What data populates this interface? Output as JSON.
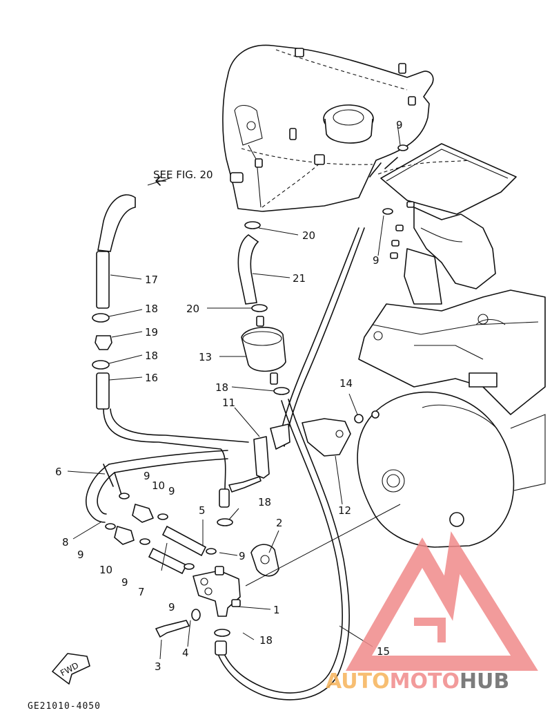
{
  "reference_note": "SEE FIG. 20",
  "drawing_code": "GE21010-4050",
  "fwd_label": "FWD",
  "watermark": {
    "brand_part1": "AUTO",
    "brand_part2": "MOTO",
    "brand_part3": "HUB",
    "color_a": "#f6b35a",
    "color_b": "#f08a8a",
    "color_c": "#666666"
  },
  "callouts": {
    "c1": "1",
    "c2": "2",
    "c3": "3",
    "c4": "4",
    "c5": "5",
    "c6": "6",
    "c7": "7",
    "c8": "8",
    "c9a": "9",
    "c9b": "9",
    "c9c": "9",
    "c9d": "9",
    "c9e": "9",
    "c9f": "9",
    "c9g": "9",
    "c9h": "9",
    "c10a": "10",
    "c10b": "10",
    "c11": "11",
    "c12": "12",
    "c13": "13",
    "c14": "14",
    "c15": "15",
    "c16": "16",
    "c17": "17",
    "c18a": "18",
    "c18b": "18",
    "c18c": "18",
    "c18d": "18",
    "c18e": "18",
    "c19": "19",
    "c20a": "20",
    "c20b": "20",
    "c21": "21"
  }
}
